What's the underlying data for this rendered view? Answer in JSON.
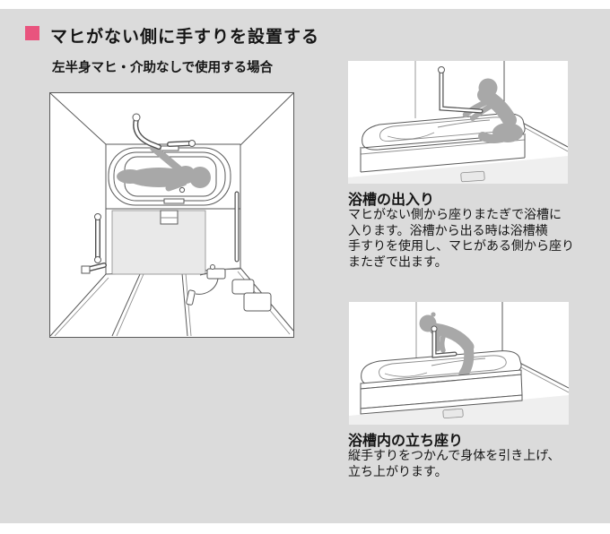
{
  "colors": {
    "accent": "#e9547e",
    "background": "#dbdbdb",
    "panel": "#ffffff",
    "silhouette": "#a8a8a8",
    "line_art": "#5a5a5a",
    "text": "#151515"
  },
  "header": {
    "bullet_icon": "pink-square-bullet",
    "title": "マヒがない側に手すりを設置する",
    "subtitle": "左半身マヒ・介助なしで使用する場合"
  },
  "illustrations": {
    "main": "bathroom-plan-with-person-in-tub",
    "entry": "person-entering-bathtub-seated-straddle",
    "standing": "person-standing-up-in-bathtub-using-vertical-grab-bar"
  },
  "sections": [
    {
      "heading": "浴槽の出入り",
      "body": "マヒがない側から座りまたぎで浴槽に\n入ります。浴槽から出る時は浴槽横\n手すりを使用し、マヒがある側から座り\nまたぎで出ます。"
    },
    {
      "heading": "浴槽内の立ち座り",
      "body": "縦手すりをつかんで身体を引き上げ、\n立ち上がります。"
    }
  ]
}
